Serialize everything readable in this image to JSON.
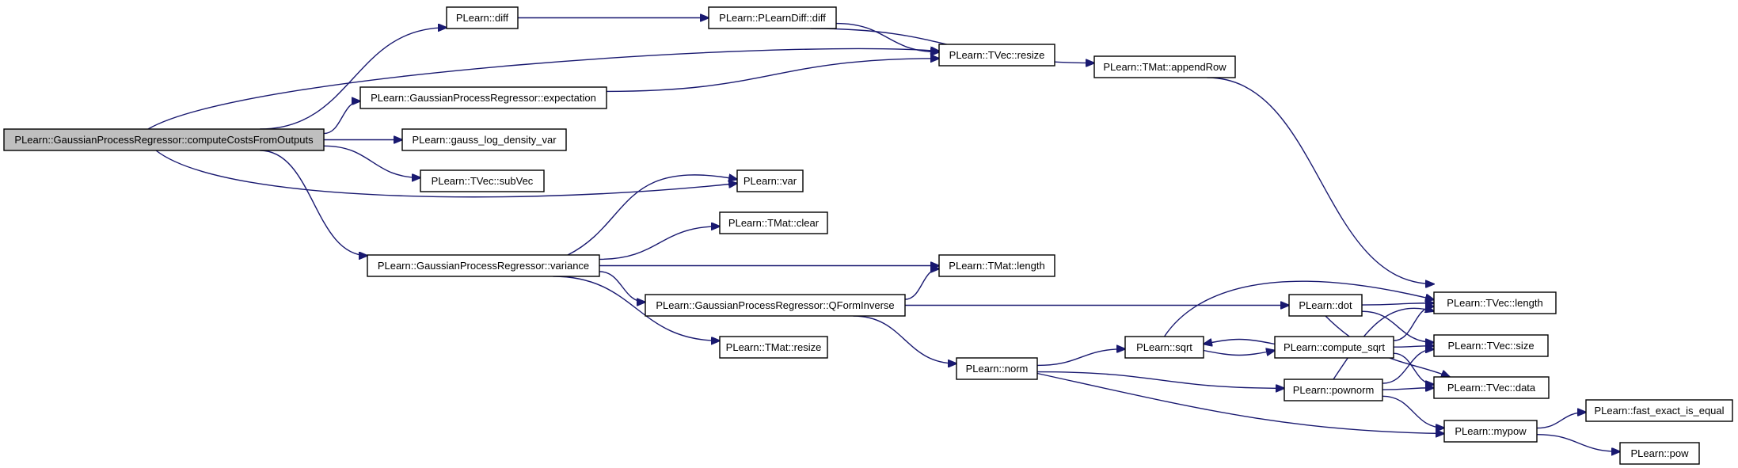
{
  "diagram": {
    "type": "call-graph",
    "nodes": [
      {
        "id": "root",
        "label": "PLearn::GaussianProcessRegressor::computeCostsFromOutputs",
        "highlight": true
      },
      {
        "id": "diff",
        "label": "PLearn::diff"
      },
      {
        "id": "expectation",
        "label": "PLearn::GaussianProcessRegressor::expectation"
      },
      {
        "id": "gauss",
        "label": "PLearn::gauss_log_density_var"
      },
      {
        "id": "subvec",
        "label": "PLearn::TVec::subVec"
      },
      {
        "id": "var",
        "label": "PLearn::var"
      },
      {
        "id": "variance",
        "label": "PLearn::GaussianProcessRegressor::variance"
      },
      {
        "id": "tvec_resize",
        "label": "PLearn::TVec::resize"
      },
      {
        "id": "pldiff",
        "label": "PLearn::PLearnDiff::diff"
      },
      {
        "id": "appendrow",
        "label": "PLearn::TMat::appendRow"
      },
      {
        "id": "tvec_length",
        "label": "PLearn::TVec::length"
      },
      {
        "id": "tmat_clear",
        "label": "PLearn::TMat::clear"
      },
      {
        "id": "tmat_length",
        "label": "PLearn::TMat::length"
      },
      {
        "id": "qform",
        "label": "PLearn::GaussianProcessRegressor::QFormInverse"
      },
      {
        "id": "tmat_resize",
        "label": "PLearn::TMat::resize"
      },
      {
        "id": "dot",
        "label": "PLearn::dot"
      },
      {
        "id": "norm",
        "label": "PLearn::norm"
      },
      {
        "id": "sqrt",
        "label": "PLearn::sqrt"
      },
      {
        "id": "compute_sqrt",
        "label": "PLearn::compute_sqrt"
      },
      {
        "id": "tvec_size",
        "label": "PLearn::TVec::size"
      },
      {
        "id": "tvec_data",
        "label": "PLearn::TVec::data"
      },
      {
        "id": "pownorm",
        "label": "PLearn::pownorm"
      },
      {
        "id": "mypow",
        "label": "PLearn::mypow"
      },
      {
        "id": "fast_exact",
        "label": "PLearn::fast_exact_is_equal"
      },
      {
        "id": "pow",
        "label": "PLearn::pow"
      }
    ],
    "edges": [
      [
        "root",
        "diff"
      ],
      [
        "root",
        "tvec_resize"
      ],
      [
        "root",
        "expectation"
      ],
      [
        "root",
        "gauss"
      ],
      [
        "root",
        "subvec"
      ],
      [
        "root",
        "var"
      ],
      [
        "root",
        "variance"
      ],
      [
        "diff",
        "pldiff"
      ],
      [
        "pldiff",
        "tvec_resize"
      ],
      [
        "pldiff",
        "appendrow"
      ],
      [
        "expectation",
        "tvec_resize"
      ],
      [
        "appendrow",
        "tvec_length"
      ],
      [
        "variance",
        "var"
      ],
      [
        "variance",
        "tmat_clear"
      ],
      [
        "variance",
        "tmat_length"
      ],
      [
        "variance",
        "qform"
      ],
      [
        "variance",
        "tmat_resize"
      ],
      [
        "qform",
        "tmat_length"
      ],
      [
        "qform",
        "dot"
      ],
      [
        "qform",
        "norm"
      ],
      [
        "dot",
        "tvec_length"
      ],
      [
        "dot",
        "tvec_size"
      ],
      [
        "dot",
        "tvec_data"
      ],
      [
        "norm",
        "sqrt"
      ],
      [
        "norm",
        "pownorm"
      ],
      [
        "norm",
        "mypow"
      ],
      [
        "sqrt",
        "compute_sqrt"
      ],
      [
        "compute_sqrt",
        "sqrt"
      ],
      [
        "sqrt",
        "tvec_length"
      ],
      [
        "compute_sqrt",
        "tvec_length"
      ],
      [
        "compute_sqrt",
        "tvec_size"
      ],
      [
        "compute_sqrt",
        "tvec_data"
      ],
      [
        "pownorm",
        "tvec_length"
      ],
      [
        "pownorm",
        "tvec_size"
      ],
      [
        "pownorm",
        "tvec_data"
      ],
      [
        "pownorm",
        "mypow"
      ],
      [
        "mypow",
        "fast_exact"
      ],
      [
        "mypow",
        "pow"
      ]
    ],
    "colors": {
      "edge": "#191970",
      "root_fill": "#bfbfbf",
      "node_fill": "#ffffff",
      "border": "#000000"
    }
  }
}
